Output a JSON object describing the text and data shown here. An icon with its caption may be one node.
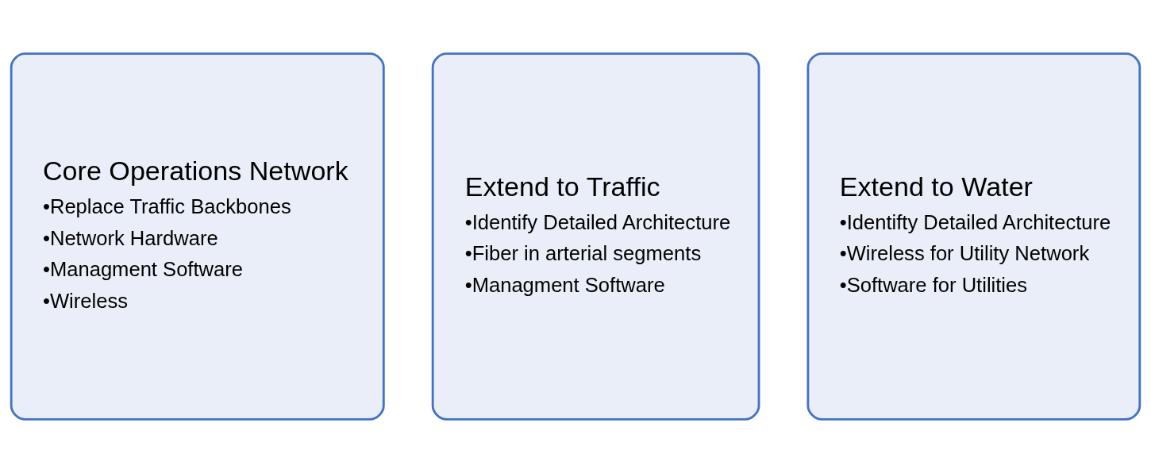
{
  "diagram": {
    "nodes": [
      {
        "text": [
          "Core Operations Network",
          "•Replace Traffic Backbones",
          "•Network Hardware",
          "•Managment Software",
          "•Wireless"
        ]
      },
      {
        "text": [
          "Extend to Traffic",
          "•Identify Detailed Architecture",
          "•Fiber in arterial segments",
          "•Managment Software"
        ]
      },
      {
        "text": [
          "Extend to Water",
          "•Identifty Detailed Architecture",
          "•Wireless for Utility Network",
          "•Software for Utilities"
        ]
      }
    ]
  }
}
